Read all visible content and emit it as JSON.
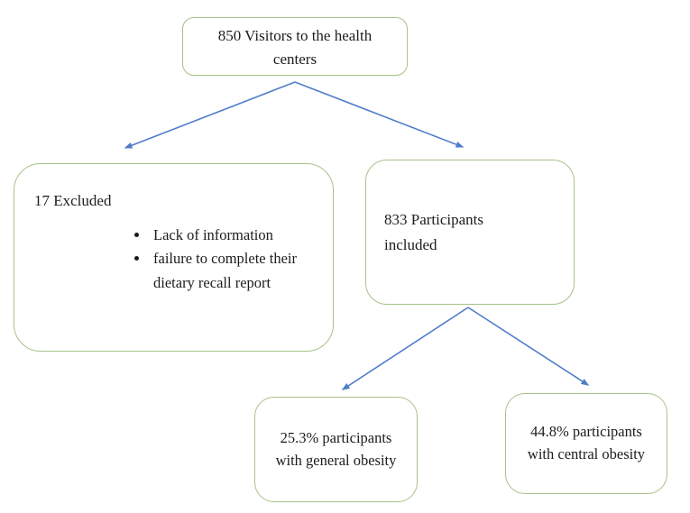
{
  "diagram": {
    "type": "flowchart",
    "nodes": {
      "visitors": {
        "label": "850 Visitors to the health centers"
      },
      "excluded": {
        "label": "17 Excluded",
        "bullets": [
          "Lack of information",
          "failure to complete their dietary recall report"
        ]
      },
      "included": {
        "label": "833 Participants included"
      },
      "general_obesity": {
        "label": "25.3% participants with general obesity"
      },
      "central_obesity": {
        "label": "44.8% participants with central obesity"
      }
    },
    "edges": [
      {
        "from": "visitors",
        "to": "excluded"
      },
      {
        "from": "visitors",
        "to": "included"
      },
      {
        "from": "included",
        "to": "general_obesity"
      },
      {
        "from": "included",
        "to": "central_obesity"
      }
    ],
    "colors": {
      "box_border": "#a6c289",
      "arrow": "#4f7dc9",
      "text": "#1c1c1c",
      "background": "#ffffff"
    }
  }
}
